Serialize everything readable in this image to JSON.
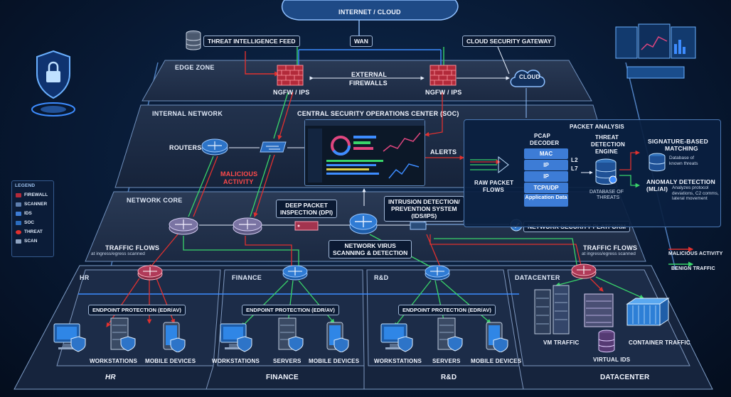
{
  "top": {
    "internet": "INTERNET / CLOUD",
    "wan": "WAN",
    "threat_feed": "THREAT INTELLIGENCE FEED",
    "cloud_gateway": "CLOUD SECURITY GATEWAY",
    "cloud": "CLOUD"
  },
  "zones": {
    "edge": "EDGE ZONE",
    "internal": "INTERNAL NETWORK",
    "core": "NETWORK CORE"
  },
  "edge": {
    "ngfw_left": "NGFW / IPS",
    "ngfw_right": "NGFW / IPS",
    "external_firewalls_1": "EXTERNAL",
    "external_firewalls_2": "FIREWALLS"
  },
  "internal": {
    "soc": "CENTRAL SECURITY OPERATIONS CENTER (SOC)",
    "routers": "ROUTERS",
    "malicious_1": "MALICIOUS",
    "malicious_2": "ACTIVITY",
    "alerts": "ALERTS"
  },
  "core": {
    "dpi_1": "DEEP PACKET",
    "dpi_2": "INSPECTION (DPI)",
    "idps_1": "INTRUSION DETECTION/",
    "idps_2": "PREVENTION SYSTEM",
    "idps_3": "(IDS/IPS)",
    "virus_1": "NETWORK VIRUS",
    "virus_2": "SCANNING & DETECTION",
    "platform": "NETWORK SECURITY PLATFORM",
    "traffic_left_1": "TRAFFIC FLOWS",
    "traffic_left_2": "at ingress/egress scanned",
    "traffic_right_1": "TRAFFIC FLOWS",
    "traffic_right_2": "at ingress/egress scanned"
  },
  "packet": {
    "title": "PACKET ANALYSIS",
    "raw_1": "RAW PACKET",
    "raw_2": "FLOWS",
    "decoder_1": "PCAP",
    "decoder_2": "DECODER",
    "layers": [
      "MAC",
      "IP",
      "IP",
      "TCP/UDP",
      "Application Data"
    ],
    "l2": "L2",
    "l7": "L7",
    "engine_1": "THREAT",
    "engine_2": "DETECTION",
    "engine_3": "ENGINE",
    "db_1": "DATABASE OF",
    "db_2": "THREATS",
    "sig_1": "SIGNATURE-BASED",
    "sig_2": "MATCHING",
    "sig_desc": "Database of known threats",
    "anom_1": "ANOMALY DETECTION",
    "anom_2": "(ML/AI)",
    "anom_desc": "Analyzes protocol deviations, C2 comms, lateral movement"
  },
  "legend": {
    "title": "LEGEND",
    "items": [
      "FIREWALL",
      "SCANNER",
      "IDS",
      "SOC",
      "THREAT",
      "SCAN"
    ]
  },
  "right_legend": {
    "malicious": "MALICIOUS ACTIVITY",
    "benign": "BENIGN TRAFFIC"
  },
  "departments": [
    {
      "name": "HR",
      "footer": "HR",
      "endpoint": "ENDPOINT PROTECTION (EDR/AV)",
      "items": [
        "WORKSTATIONS",
        "MOBILE DEVICES"
      ]
    },
    {
      "name": "FINANCE",
      "footer": "FINANCE",
      "endpoint": "ENDPOINT PROTECTION (EDR/AV)",
      "items": [
        "WORKSTATIONS",
        "SERVERS",
        "MOBILE DEVICES"
      ]
    },
    {
      "name": "R&D",
      "footer": "R&D",
      "endpoint": "ENDPOINT PROTECTION (EDR/AV)",
      "items": [
        "WORKSTATIONS",
        "SERVERS",
        "MOBILE DEVICES"
      ]
    },
    {
      "name": "DATACENTER",
      "footer": "DATACENTER",
      "items": [
        "VM TRAFFIC",
        "CONTAINER TRAFFIC",
        "VIRTUAL IDS"
      ]
    }
  ],
  "colors": {
    "malicious": "#e0312f",
    "benign": "#39d46a",
    "accent": "#3d7cd6",
    "panel": "#1a2b47"
  }
}
